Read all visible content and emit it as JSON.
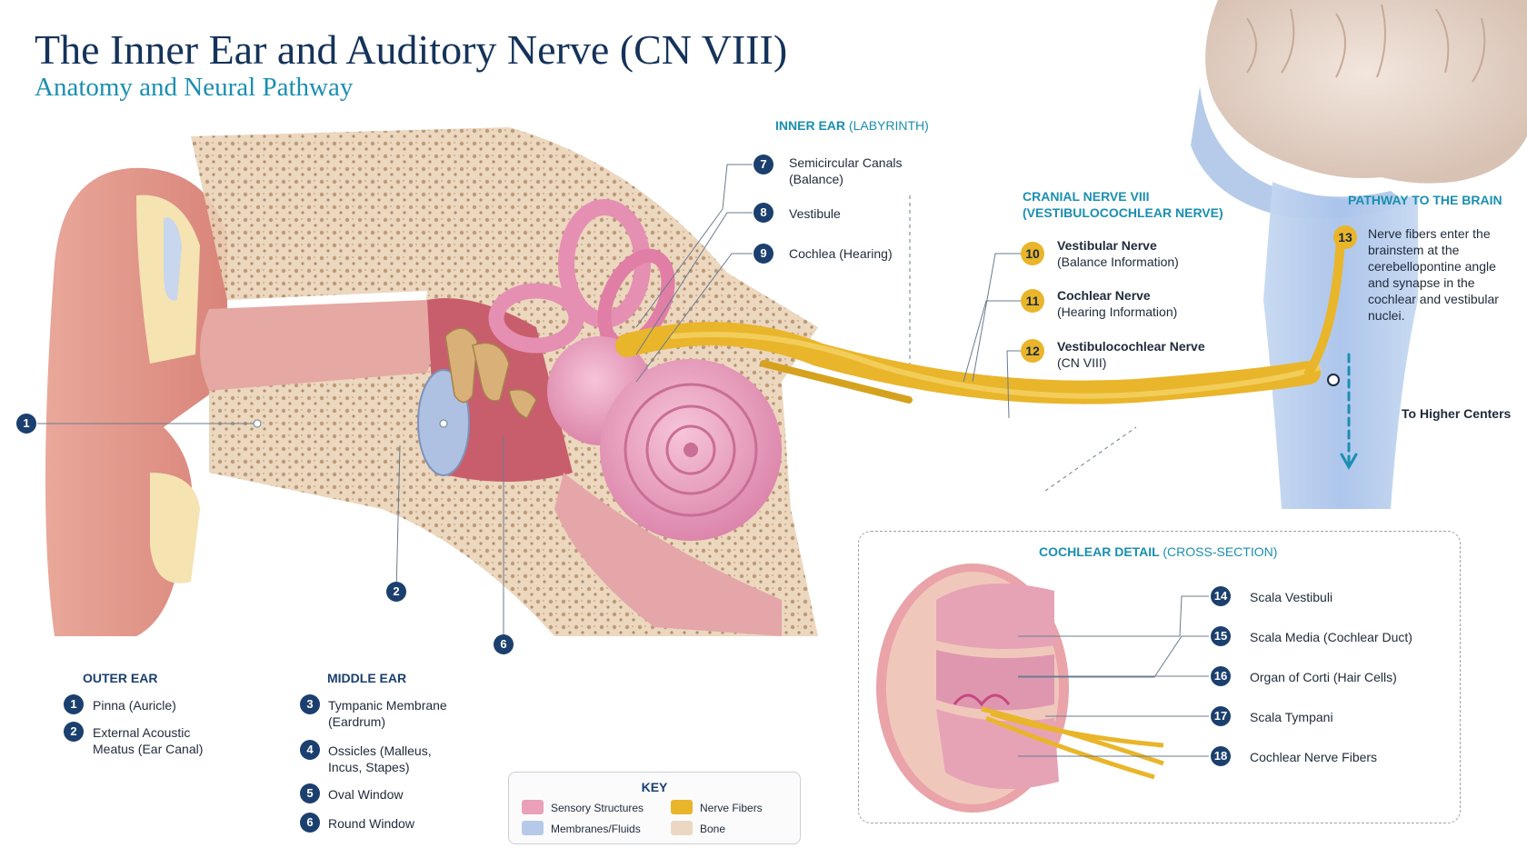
{
  "header": {
    "title": "The Inner Ear and Auditory Nerve (CN VIII)",
    "subtitle": "Anatomy and Neural Pathway"
  },
  "inner_ear": {
    "heading": "INNER EAR",
    "heading_note": "(LABYRINTH)",
    "items": [
      {
        "num": "7",
        "name": "Semicircular Canals",
        "note": "(Balance)"
      },
      {
        "num": "8",
        "name": "Vestibule",
        "note": ""
      },
      {
        "num": "9",
        "name": "Cochlea",
        "note": "(Hearing)"
      }
    ]
  },
  "cranial_nerve": {
    "heading_line1": "CRANIAL NERVE VIII",
    "heading_line2": "(VESTIBULOCOCHLEAR NERVE)",
    "items": [
      {
        "num": "10",
        "name": "Vestibular Nerve",
        "note": "(Balance Information)"
      },
      {
        "num": "11",
        "name": "Cochlear Nerve",
        "note": "(Hearing Information)"
      },
      {
        "num": "12",
        "name": "Vestibulocochlear Nerve",
        "note": "(CN VIII)"
      }
    ]
  },
  "pathway": {
    "heading": "PATHWAY TO THE BRAIN",
    "num": "13",
    "lines": [
      "Nerve fibers enter the",
      "brainstem at the",
      "cerebellopontine angle",
      "and synapse in the",
      "cochlear and vestibular",
      "nuclei."
    ],
    "higher": "To Higher Centers"
  },
  "callouts": {
    "c1": "1",
    "c2": "2",
    "c6": "6"
  },
  "outer_ear": {
    "heading": "OUTER EAR",
    "items": [
      {
        "num": "1",
        "lines": [
          "Pinna (Auricle)"
        ]
      },
      {
        "num": "2",
        "lines": [
          "External Acoustic",
          "Meatus (Ear Canal)"
        ]
      }
    ]
  },
  "middle_ear": {
    "heading": "MIDDLE EAR",
    "items": [
      {
        "num": "3",
        "lines": [
          "Tympanic Membrane",
          "(Eardrum)"
        ]
      },
      {
        "num": "4",
        "lines": [
          "Ossicles (Malleus,",
          "Incus, Stapes)"
        ]
      },
      {
        "num": "5",
        "lines": [
          "Oval Window"
        ]
      },
      {
        "num": "6",
        "lines": [
          "Round Window"
        ]
      }
    ]
  },
  "cochlear_detail": {
    "heading": "COCHLEAR DETAIL",
    "heading_note": "(CROSS-SECTION)",
    "items": [
      {
        "num": "14",
        "name": "Scala Vestibuli"
      },
      {
        "num": "15",
        "name": "Scala Media (Cochlear Duct)"
      },
      {
        "num": "16",
        "name": "Organ of Corti (Hair Cells)"
      },
      {
        "num": "17",
        "name": "Scala Tympani"
      },
      {
        "num": "18",
        "name": "Cochlear Nerve Fibers"
      }
    ]
  },
  "key": {
    "heading": "KEY",
    "items": [
      {
        "label": "Sensory Structures",
        "color": "#eaa0b8"
      },
      {
        "label": "Nerve Fibers",
        "color": "#e9b52a"
      },
      {
        "label": "Membranes/Fluids",
        "color": "#b6c9e8"
      },
      {
        "label": "Bone",
        "color": "#ecd8c2"
      }
    ]
  },
  "colors": {
    "navy": "#1b3f6e",
    "teal": "#1a8fb1",
    "gold": "#e9b52a",
    "pink": "#e59bb6",
    "bone": "#ecd8c2",
    "brain": "#bcd0ec"
  }
}
